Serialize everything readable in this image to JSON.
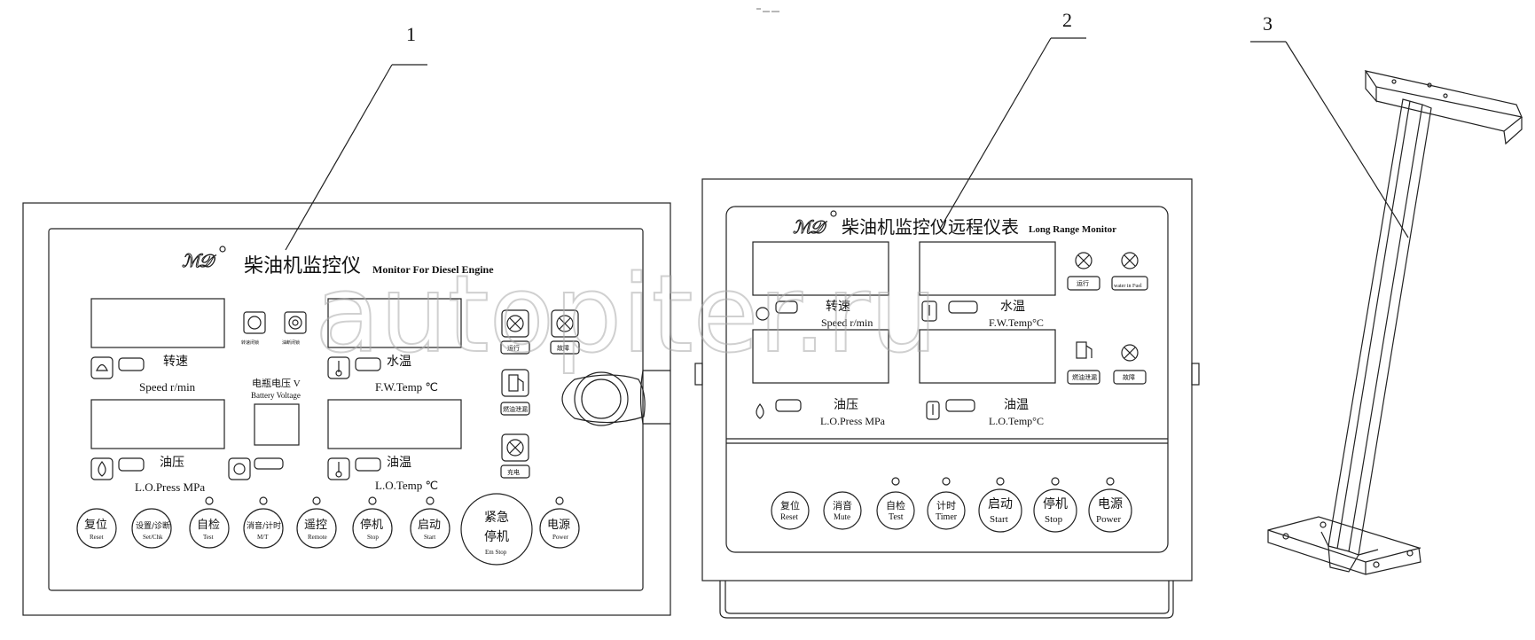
{
  "callouts": [
    "1",
    "2",
    "3"
  ],
  "watermark": "autopiter.ru",
  "panel1": {
    "title_cn": "柴油机监控仪",
    "title_en": "Monitor For Diesel Engine",
    "speed_cn": "转速",
    "speed_en": "Speed  r/min",
    "water_cn": "水温",
    "water_en": "F.W.Temp ℃",
    "oil_cn": "油压",
    "oil_en": "L.O.Press MPa",
    "oiltemp_cn": "油温",
    "oiltemp_en": "L.O.Temp ℃",
    "battery_cn": "电瓶电压 V",
    "battery_en": "Battery Voltage",
    "buttons": [
      {
        "cn": "复位",
        "en": "Reset"
      },
      {
        "cn": "设置/诊断",
        "en": "Set/Chk"
      },
      {
        "cn": "自检",
        "en": "Test"
      },
      {
        "cn": "消音/计时",
        "en": "M/T"
      },
      {
        "cn": "遥控",
        "en": "Remote"
      },
      {
        "cn": "停机",
        "en": "Stop"
      },
      {
        "cn": "启动",
        "en": "Start"
      },
      {
        "cn": "电源",
        "en": "Power"
      }
    ],
    "estop_cn1": "紧急",
    "estop_cn2": "停机",
    "estop_en": "Em Stop",
    "ind_run": "运行",
    "ind_fault": "故障",
    "ind_fuel": "燃油泄漏",
    "ind_charge": "充电"
  },
  "panel2": {
    "title_cn": "柴油机监控仪远程仪表",
    "title_en": "Long Range Monitor",
    "speed_cn": "转速",
    "speed_en": "Speed r/min",
    "water_cn": "水温",
    "water_en": "F.W.Temp°C",
    "oil_cn": "油压",
    "oil_en": "L.O.Press MPa",
    "oiltemp_cn": "油温",
    "oiltemp_en": "L.O.Temp°C",
    "ind_run": "运行",
    "ind_water": "water in Fuel",
    "ind_fuel": "燃油泄漏",
    "ind_fault": "故障",
    "buttons": [
      {
        "cn": "复位",
        "en": "Reset"
      },
      {
        "cn": "消音",
        "en": "Mute"
      },
      {
        "cn": "自检",
        "en": "Test"
      },
      {
        "cn": "计时",
        "en": "Timer"
      },
      {
        "cn": "启动",
        "en": "Start"
      },
      {
        "cn": "停机",
        "en": "Stop"
      },
      {
        "cn": "电源",
        "en": "Power"
      }
    ]
  }
}
